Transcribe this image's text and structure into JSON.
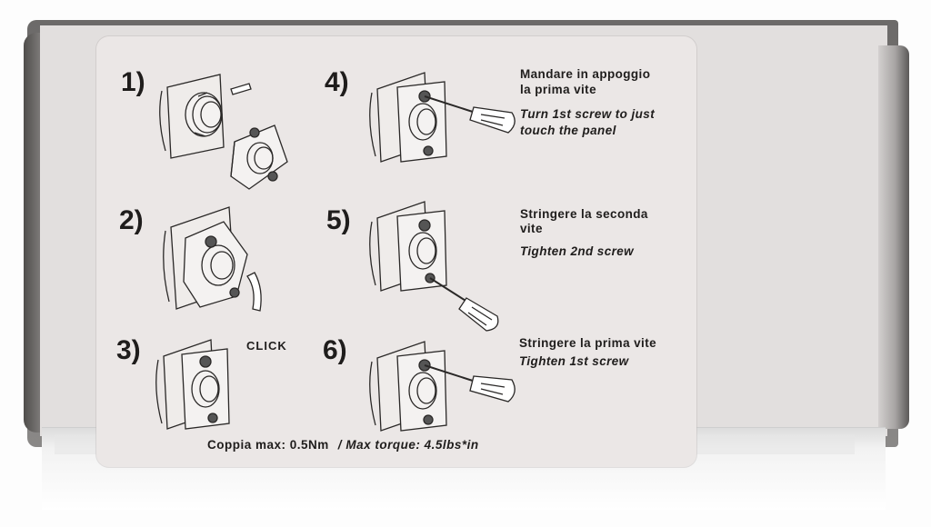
{
  "steps": [
    {
      "number": "1)"
    },
    {
      "number": "2)"
    },
    {
      "number": "3)",
      "click_label": "CLICK"
    },
    {
      "number": "4)",
      "text_it": [
        "Mandare in appoggio",
        "la prima vite"
      ],
      "text_en": [
        "Turn 1st screw to just",
        "touch the panel"
      ]
    },
    {
      "number": "5)",
      "text_it": [
        "Stringere la seconda",
        "vite"
      ],
      "text_en": [
        "Tighten 2nd  screw"
      ]
    },
    {
      "number": "6)",
      "text_it": [
        "Stringere la  prima vite"
      ],
      "text_en": [
        "Tighten 1st  screw"
      ]
    }
  ],
  "torque": {
    "it": "Coppia max: 0.5Nm",
    "sep": "/",
    "en": "Max torque: 4.5lbs*in"
  },
  "colors": {
    "label": "#ebe7e6",
    "box": "#e2dfde",
    "ink": "#1f1d1c"
  }
}
